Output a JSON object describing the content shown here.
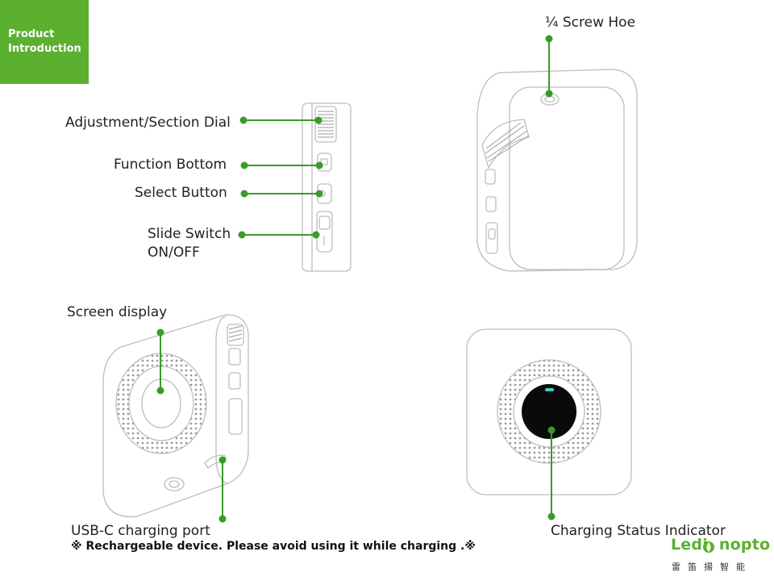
{
  "header": {
    "tab_line1": "Product",
    "tab_line2": "Introduction"
  },
  "labels": {
    "screw_hole": "¼ Screw Hoe",
    "dial": "Adjustment/Section Dial",
    "function": "Function Bottom",
    "select": "Select Button",
    "slide_line1": "Slide Switch",
    "slide_line2": "ON/OFF",
    "screen": "Screen display",
    "usb": "USB-C charging port",
    "charging": "Charging Status Indicator"
  },
  "note": "※ Rechargeable device. Please avoid using it while charging .※",
  "brand": {
    "name_left": "Ledi",
    "name_right": "nopto",
    "chinese": "雷笛揚智能"
  },
  "colors": {
    "accent": "#5bb030",
    "line": "#3a9a2a",
    "outline": "#bdbdbd"
  }
}
